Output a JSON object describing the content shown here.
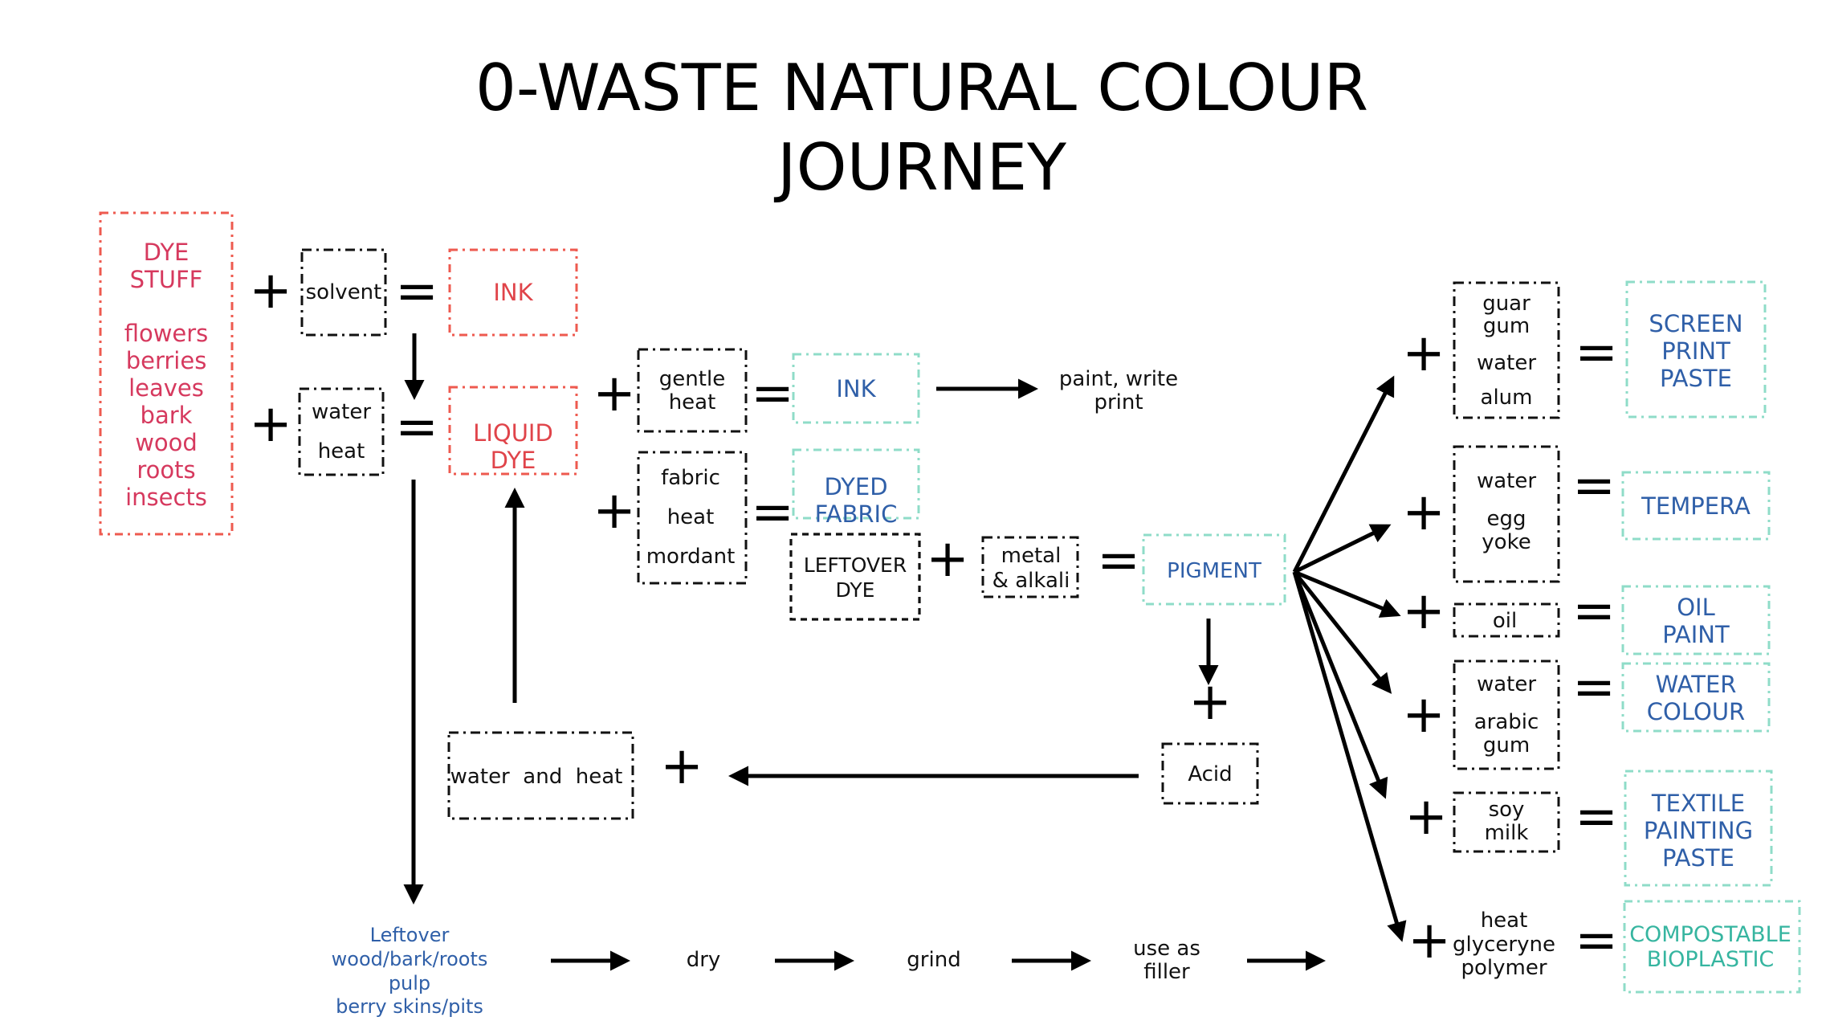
{
  "title": {
    "line1": "0-WASTE NATURAL COLOUR",
    "line2": "JOURNEY"
  },
  "dye_stuff": {
    "heading_1": "DYE",
    "heading_2": "STUFF",
    "items": [
      "flowers",
      "berries",
      "leaves",
      "bark",
      "wood",
      "roots",
      "insects"
    ]
  },
  "operators": {
    "plus": "+",
    "equals": "="
  },
  "solvent": "solvent",
  "ink_red": "INK",
  "water_heat": {
    "line1": "water",
    "line2": "heat"
  },
  "liquid_dye": {
    "line1": "LIQUID",
    "line2": "DYE"
  },
  "gentle_heat": {
    "line1": "gentle",
    "line2": "heat"
  },
  "ink_blue": "INK",
  "paint_write": {
    "line1": "paint, write",
    "line2": "print"
  },
  "fabric_box": {
    "line1": "fabric",
    "line2": "heat",
    "line3": "mordant"
  },
  "dyed_fabric": {
    "line1": "DYED",
    "line2": "FABRIC"
  },
  "leftover_dye": {
    "line1": "LEFTOVER",
    "line2": "DYE"
  },
  "metal_alkali": {
    "line1": "metal",
    "line2": "& alkali"
  },
  "pigment": "PIGMENT",
  "acid": "Acid",
  "water_and_heat": "water  and  heat",
  "leftover_wood": {
    "line1": "Leftover",
    "line2": "wood/bark/roots",
    "line3": "pulp",
    "line4": "berry skins/pits"
  },
  "process": {
    "dry": "dry",
    "grind": "grind",
    "filler_1": "use as",
    "filler_2": "filler"
  },
  "screen_ing": {
    "line1": "guar",
    "line2": "gum",
    "line3": "water",
    "line4": "alum"
  },
  "screen_print": {
    "line1": "SCREEN",
    "line2": "PRINT",
    "line3": "PASTE"
  },
  "tempera_ing": {
    "line1": "water",
    "line2": "egg",
    "line3": "yoke"
  },
  "tempera": "TEMPERA",
  "oil_ing": "oil",
  "oil_paint": {
    "line1": "OIL",
    "line2": "PAINT"
  },
  "water_ing": {
    "line1": "water",
    "line2": "arabic",
    "line3": "gum"
  },
  "water_colour": {
    "line1": "WATER",
    "line2": "COLOUR"
  },
  "soy_ing": {
    "line1": "soy",
    "line2": "milk"
  },
  "textile_paste": {
    "line1": "TEXTILE",
    "line2": "PAINTING",
    "line3": "PASTE"
  },
  "bio_ing": {
    "line1": "heat",
    "line2": "glyceryne",
    "line3": "polymer"
  },
  "bioplastic": {
    "line1": "COMPOSTABLE",
    "line2": "BIOPLASTIC"
  },
  "colors": {
    "dye_red": "#e0444a",
    "dye_pink": "#d6395e",
    "product_blue": "#2f5fa8",
    "product_teal": "#36b5a0",
    "border_teal": "#8fdcc8",
    "border_red": "#ee5a4f"
  }
}
